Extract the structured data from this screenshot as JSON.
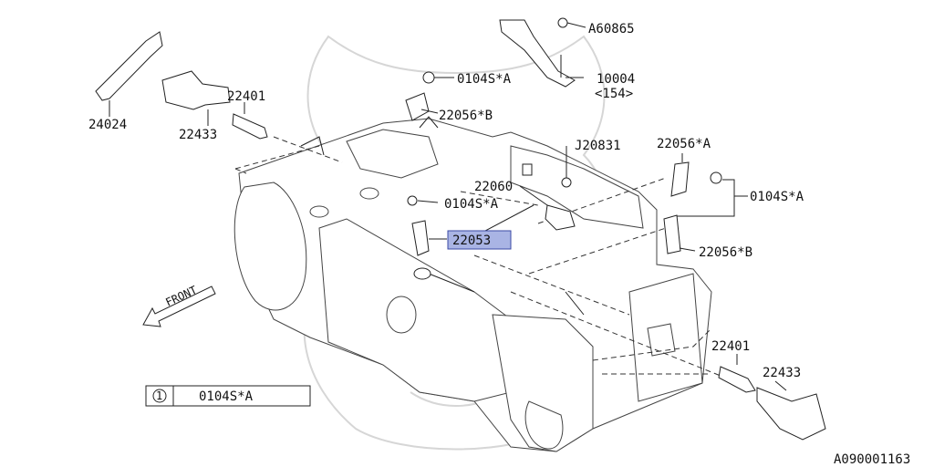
{
  "diagram_id": "A090001163",
  "labels": {
    "l24024": "24024",
    "l22433_left": "22433",
    "l22401_left": "22401",
    "l0104sa_top": "0104S*A",
    "l22056b_top": "22056*B",
    "lA60865": "A60865",
    "l10004": "10004",
    "l154": "<154>",
    "lJ20831": "J20831",
    "l22060": "22060",
    "l0104sa_mid": "0104S*A",
    "l22053": "22053",
    "l22056a": "22056*A",
    "l0104sa_right": "0104S*A",
    "l22056b_right": "22056*B",
    "l22401_right": "22401",
    "l22433_right": "22433",
    "front": "FRONT"
  },
  "legend": {
    "number": "1",
    "part": "0104S*A"
  },
  "colors": {
    "highlight_fill": "#a9b4e4",
    "highlight_border": "#3b4aa6",
    "line": "#222222",
    "watermark": "#d6d6d6"
  }
}
